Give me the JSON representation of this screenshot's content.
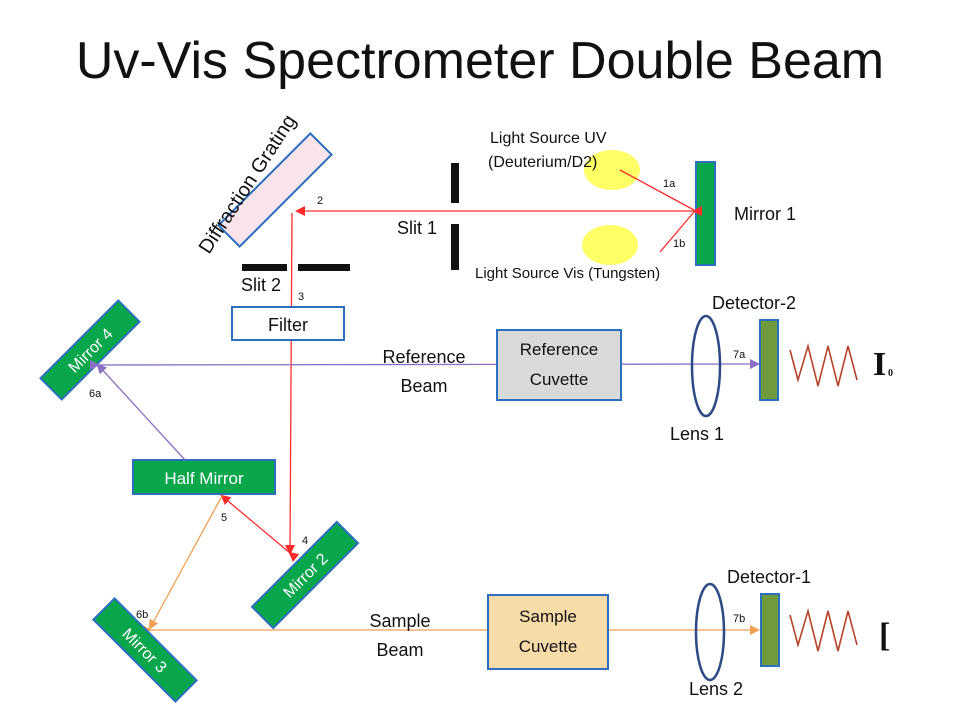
{
  "title": "Uv-Vis Spectrometer Double Beam",
  "colors": {
    "mirror_fill": "#0aa64b",
    "mirror_stroke": "#2b6fbf",
    "grating_fill": "#f8e4ea",
    "reference_cuvette_fill": "#d9d9d9",
    "sample_cuvette_fill": "#f7dcaa",
    "source_fill": "#ffff66",
    "detector_fill": "#6f9b3c",
    "lens_stroke": "#2e4a86",
    "beam_red": "#ff2a2a",
    "beam_purple": "#8a6fc4",
    "beam_orange": "#f0a050",
    "signal": "#b5442c"
  },
  "components": {
    "light_source_uv": {
      "line1": "Light Source UV",
      "line2": "(Deuterium/D2)"
    },
    "light_source_vis": "Light Source Vis (Tungsten)",
    "mirror_1": "Mirror 1",
    "slit_1": "Slit 1",
    "slit_2": "Slit 2",
    "diffraction_grating": "Diffraction Grating",
    "filter": "Filter",
    "mirror_4": "Mirror 4",
    "half_mirror": "Half Mirror",
    "mirror_2": "Mirror 2",
    "mirror_3": "Mirror 3",
    "reference_cuvette": {
      "line1": "Reference",
      "line2": "Cuvette"
    },
    "sample_cuvette": {
      "line1": "Sample",
      "line2": "Cuvette"
    },
    "reference_beam": {
      "line1": "Reference",
      "line2": "Beam"
    },
    "sample_beam": {
      "line1": "Sample",
      "line2": "Beam"
    },
    "lens_1": "Lens 1",
    "lens_2": "Lens 2",
    "detector_1": "Detector-1",
    "detector_2": "Detector-2",
    "intensity_reference": "I",
    "intensity_reference_sub": "0",
    "intensity_sample": "["
  },
  "path_points": {
    "p1a": "1a",
    "p1b": "1b",
    "p2": "2",
    "p3": "3",
    "p4": "4",
    "p5": "5",
    "p6a": "6a",
    "p6b": "6b",
    "p7a": "7a",
    "p7b": "7b"
  }
}
